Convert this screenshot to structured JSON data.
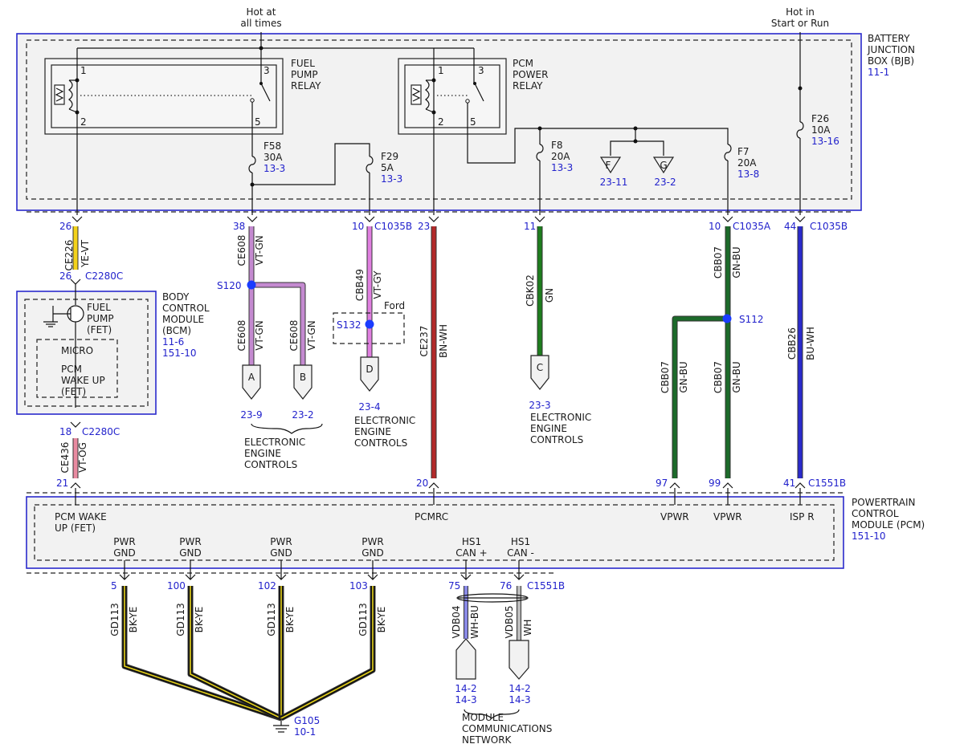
{
  "hot_labels": [
    {
      "id": "hot-at-all-times",
      "lines": [
        "Hot at",
        "all times"
      ]
    },
    {
      "id": "hot-in-start-run",
      "lines": [
        "Hot in",
        "Start or Run"
      ]
    }
  ],
  "modules": {
    "bjb": {
      "lines": [
        "BATTERY",
        "JUNCTION",
        "BOX (BJB)"
      ],
      "ref": "11-1"
    },
    "bcm": {
      "lines": [
        "BODY",
        "CONTROL",
        "MODULE",
        "(BCM)"
      ],
      "refs": [
        "11-6",
        "151-10"
      ]
    },
    "pcm": {
      "lines": [
        "POWERTRAIN",
        "CONTROL",
        "MODULE (PCM)"
      ],
      "ref": "151-10"
    }
  },
  "relays": {
    "fuel_pump": {
      "lines": [
        "FUEL",
        "PUMP",
        "RELAY"
      ],
      "pins": [
        "1",
        "2",
        "3",
        "5"
      ]
    },
    "pcm_power": {
      "lines": [
        "PCM",
        "POWER",
        "RELAY"
      ],
      "pins": [
        "1",
        "2",
        "3",
        "5"
      ]
    }
  },
  "fuses": [
    {
      "id": "F58",
      "name": "F58",
      "rating": "30A",
      "ref": "13-3"
    },
    {
      "id": "F29",
      "name": "F29",
      "rating": "5A",
      "ref": "13-3"
    },
    {
      "id": "F8",
      "name": "F8",
      "rating": "20A",
      "ref": "13-3"
    },
    {
      "id": "F7",
      "name": "F7",
      "rating": "20A",
      "ref": "13-8"
    },
    {
      "id": "F26",
      "name": "F26",
      "rating": "10A",
      "ref": "13-16"
    }
  ],
  "bjb_grounds": [
    {
      "letter": "F",
      "ref": "23-11"
    },
    {
      "letter": "G",
      "ref": "23-2"
    }
  ],
  "bjb_pins": {
    "p26": "26",
    "p38": "38",
    "p10a": "10",
    "c1035b_a": "C1035B",
    "p23": "23",
    "p11": "11",
    "p10b": "10",
    "c1035a": "C1035A",
    "p44": "44",
    "c1035b_b": "C1035B"
  },
  "wires": {
    "ce226": {
      "circuit": "CE226",
      "color_code": "YE-VT",
      "color": "#f3d21a"
    },
    "ce608": {
      "circuit": "CE608",
      "color_code": "VT-GN",
      "color": "#c48ad0"
    },
    "cbb49": {
      "circuit": "CBB49",
      "color_code": "VT-GY",
      "color": "#e07fe0"
    },
    "ce237": {
      "circuit": "CE237",
      "color_code": "BN-WH",
      "color": "#b22a2a"
    },
    "cbk02": {
      "circuit": "CBK02",
      "color_code": "GN",
      "color": "#1e7d1e"
    },
    "cbb07": {
      "circuit": "CBB07",
      "color_code": "GN-BU",
      "color": "#1c6a2a"
    },
    "cbb26": {
      "circuit": "CBB26",
      "color_code": "BU-WH",
      "color": "#2a2acc"
    },
    "ce436": {
      "circuit": "CE436",
      "color_code": "VT-OG",
      "color": "#e88aa0"
    },
    "gd113": {
      "circuit": "GD113",
      "color_code": "BK-YE",
      "color": "#111111",
      "stripe": "#e6d21a"
    },
    "vdb04": {
      "circuit": "VDB04",
      "color_code": "WH-BU",
      "color": "#8a8ae6"
    },
    "vdb05": {
      "circuit": "VDB05",
      "color_code": "WH",
      "color": "#bdbdbd"
    }
  },
  "bcm_connectors": {
    "top_pin": "26",
    "top_conn": "C2280C",
    "bot_pin": "18",
    "bot_conn": "C2280C"
  },
  "bcm_internal": {
    "fuel_pump_fet": [
      "FUEL",
      "PUMP",
      "(FET)"
    ],
    "micro": "MICRO",
    "pcm_wake": [
      "PCM",
      "WAKE UP",
      "(FET)"
    ]
  },
  "splices": [
    {
      "id": "S120",
      "label": "S120"
    },
    {
      "id": "S132",
      "label": "S132",
      "note": "Ford"
    },
    {
      "id": "S112",
      "label": "S112"
    }
  ],
  "eec_connectors": [
    {
      "letter": "A",
      "ref": "23-9"
    },
    {
      "letter": "B",
      "ref": "23-2"
    },
    {
      "letter": "D",
      "ref": "23-4"
    },
    {
      "letter": "C",
      "ref": "23-3"
    }
  ],
  "eec_label": [
    "ELECTRONIC",
    "ENGINE",
    "CONTROLS"
  ],
  "pcm_pins": {
    "p21": "21",
    "p20": "20",
    "p97": "97",
    "p99": "99",
    "p41": "41",
    "c1551b": "C1551B",
    "g5": "5",
    "g100": "100",
    "g102": "102",
    "g103": "103",
    "p75": "75",
    "p76": "76",
    "c1551b_bot": "C1551B"
  },
  "pcm_labels": {
    "wake": [
      "PCM WAKE",
      "UP (FET)"
    ],
    "pcmrc": "PCMRC",
    "vpwr1": "VPWR",
    "vpwr2": "VPWR",
    "isp": "ISP R",
    "pwr_gnd": [
      "PWR",
      "GND"
    ],
    "hs1_plus": [
      "HS1",
      "CAN +"
    ],
    "hs1_minus": [
      "HS1",
      "CAN -"
    ]
  },
  "ground": {
    "label": "G105",
    "ref": "10-1"
  },
  "network": {
    "refs": [
      "14-2",
      "14-3"
    ],
    "lines": [
      "MODULE",
      "COMMUNICATIONS",
      "NETWORK"
    ]
  }
}
